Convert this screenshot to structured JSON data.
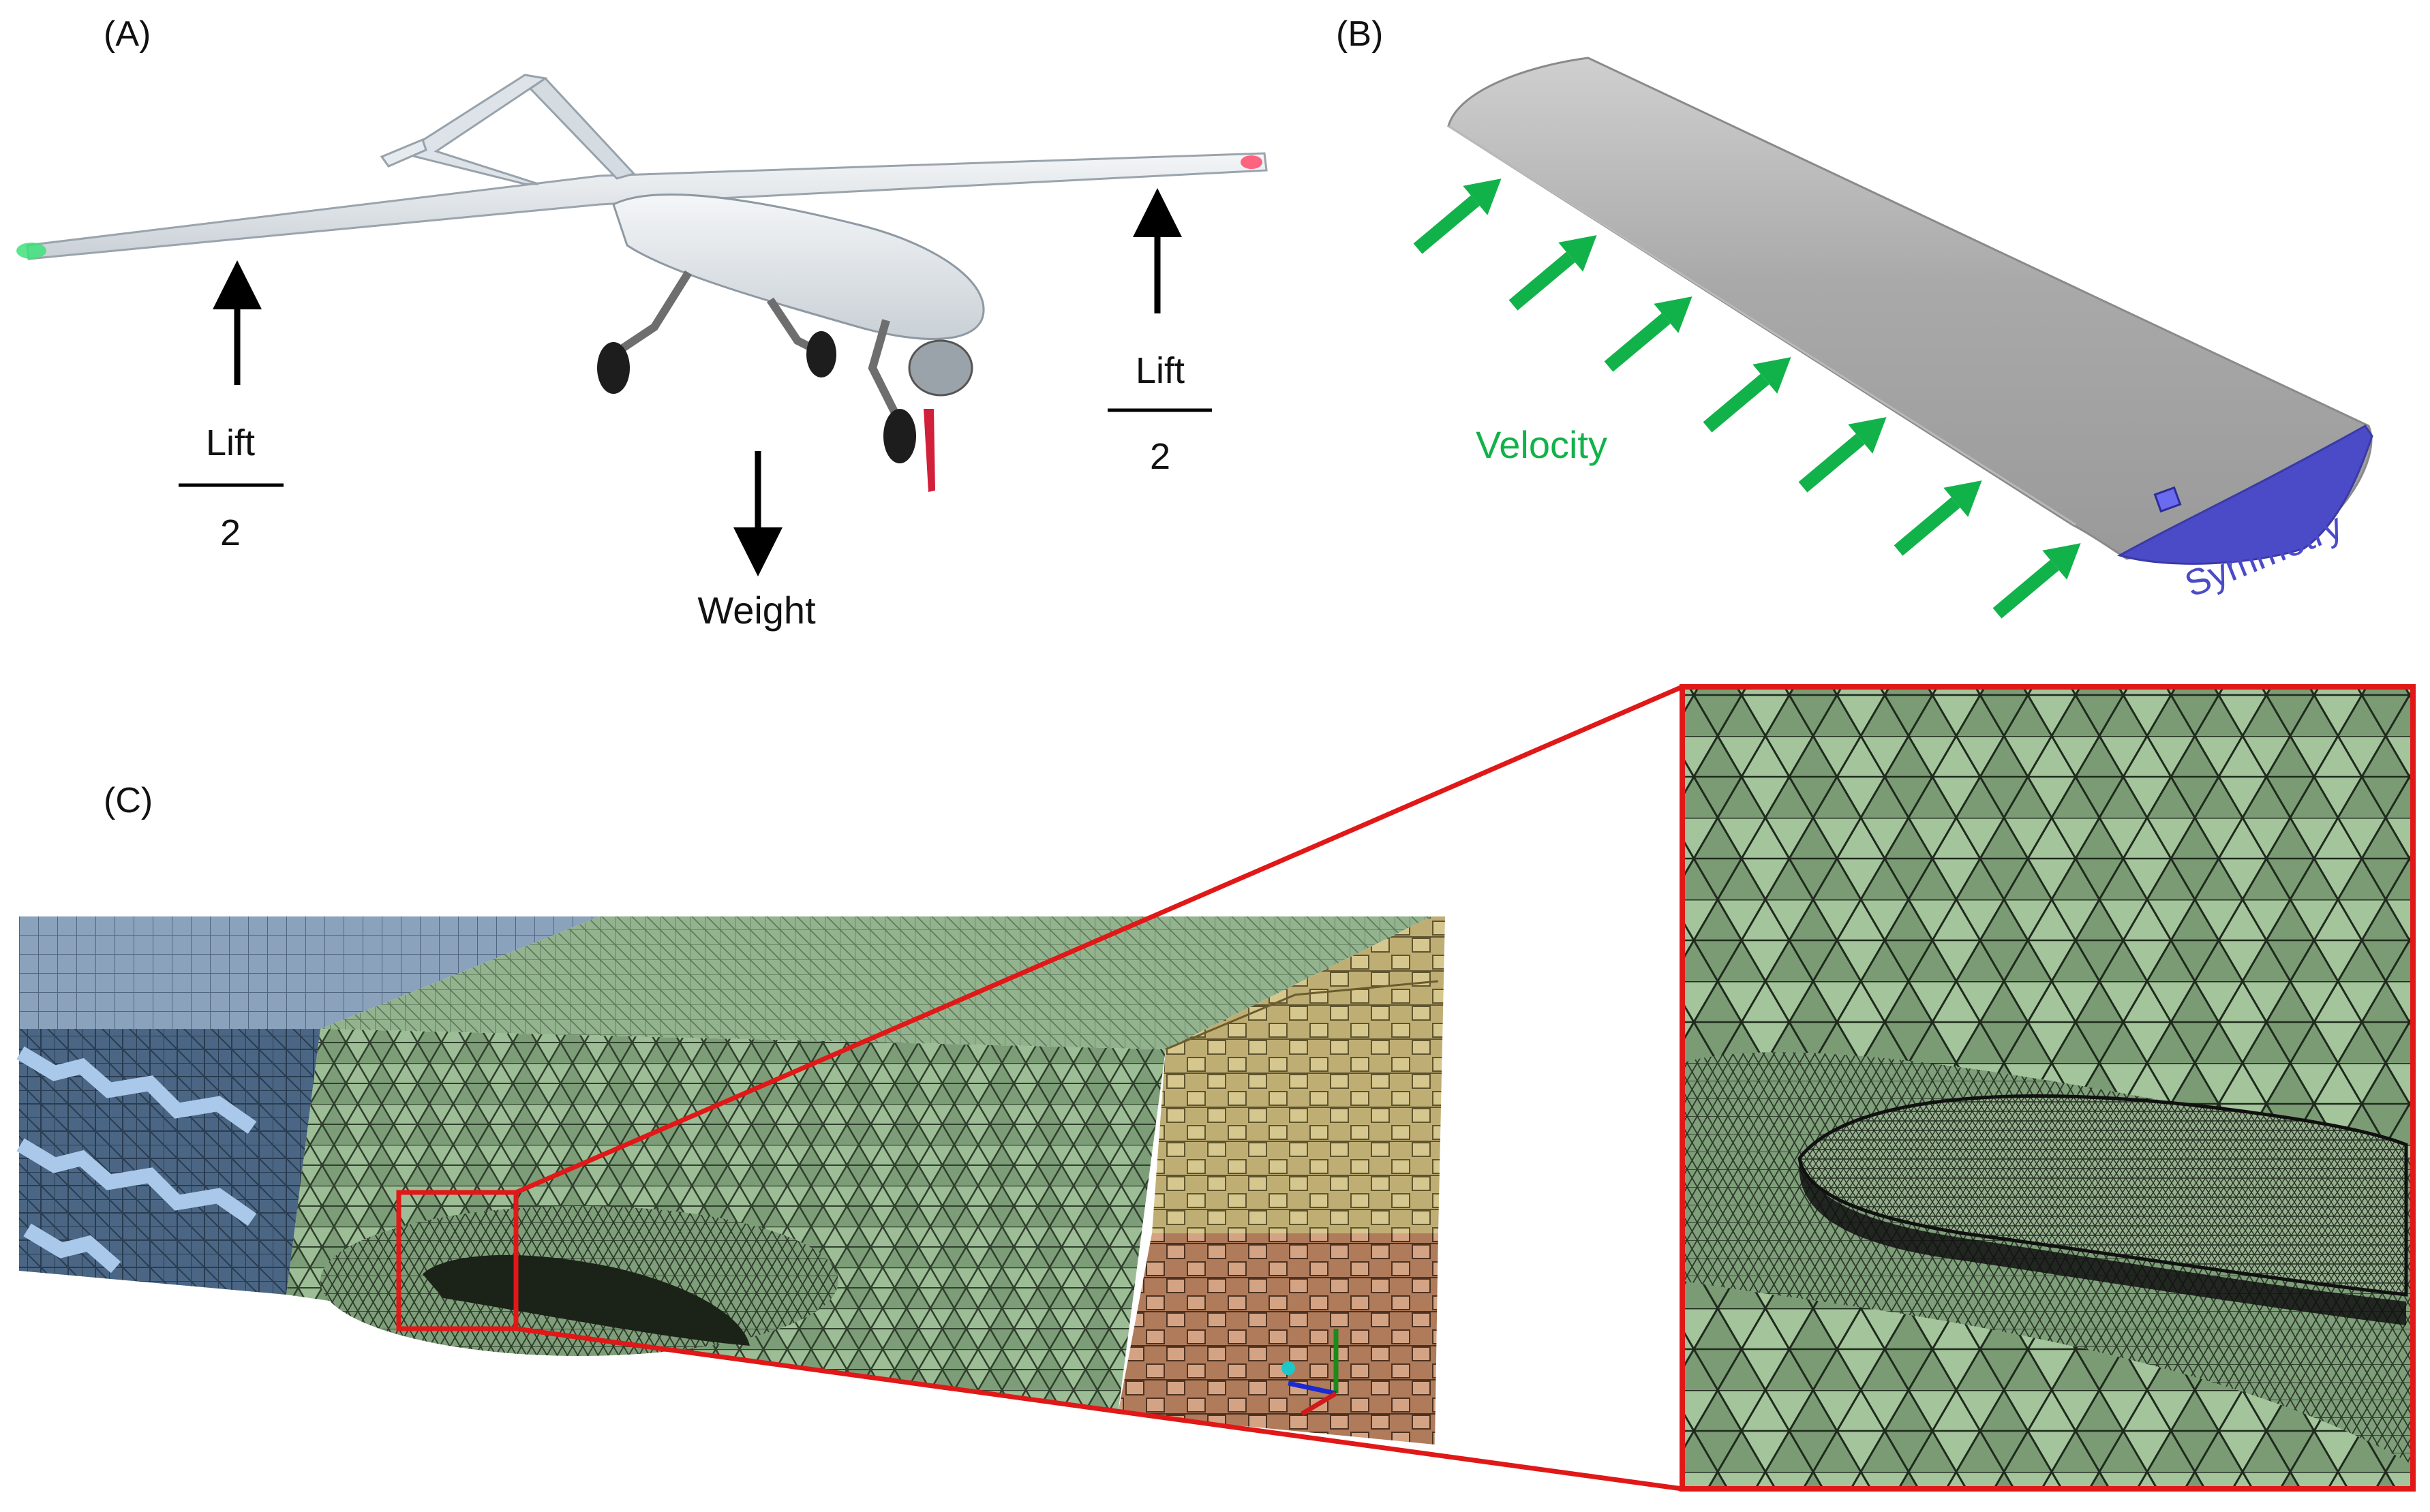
{
  "panels": {
    "a": {
      "label": "(A)",
      "lift_left": {
        "top": "Lift",
        "bottom": "2"
      },
      "lift_right": {
        "top": "Lift",
        "bottom": "2"
      },
      "weight": "Weight"
    },
    "b": {
      "label": "(B)",
      "velocity": "Velocity",
      "symmetry": "Symmetry"
    },
    "c": {
      "label": "(C)"
    }
  },
  "colors": {
    "velocity_arrow": "#12b24a",
    "symmetry": "#4b4bc8",
    "zoom_frame": "#e01818",
    "mesh_blue": "#4d6a8a",
    "mesh_green": "#7fa37b",
    "mesh_yellow": "#b7a46a",
    "mesh_brown": "#b58363"
  }
}
